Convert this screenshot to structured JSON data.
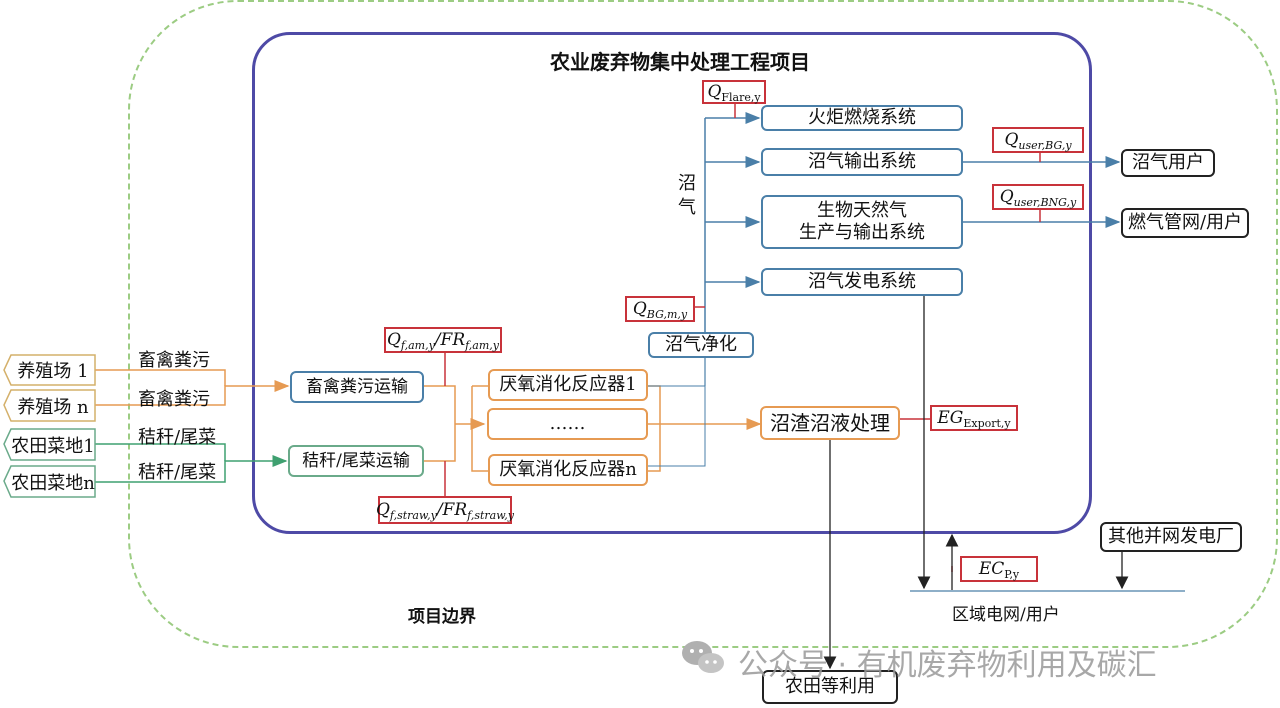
{
  "title": "农业废弃物集中处理工程项目",
  "boundary_label": "项目边界",
  "sources": [
    "养殖场 1",
    "养殖场 n",
    "农田菜地1",
    "农田菜地n"
  ],
  "source_flows": [
    "畜禽粪污",
    "畜禽粪污",
    "秸秆/尾菜",
    "秸秆/尾菜"
  ],
  "transport": {
    "manure": "畜禽粪污运输",
    "straw": "秸秆/尾菜运输"
  },
  "reactors": [
    "厌氧消化反应器1",
    "……",
    "厌氧消化反应器n"
  ],
  "purification": "沼气净化",
  "biogas_label": "沼气",
  "systems": {
    "flare": "火炬燃烧系统",
    "export": "沼气输出系统",
    "bng_line1": "生物天然气",
    "bng_line2": "生产与输出系统",
    "power": "沼气发电系统"
  },
  "digestate": "沼渣沼液处理",
  "outputs": {
    "biogas_users": "沼气用户",
    "gas_grid": "燃气管网/用户",
    "other_plants": "其他并网发电厂",
    "grid": "区域电网/用户",
    "farmland": "农田等利用"
  },
  "params": {
    "q_flare": {
      "main": "Q",
      "sub": "Flare,y"
    },
    "q_user_bg": {
      "main": "Q",
      "sub": "user,BG,y"
    },
    "q_user_bng": {
      "main": "Q",
      "sub": "user,BNG,y"
    },
    "q_bg": {
      "main": "Q",
      "sub": "BG,m,y"
    },
    "q_am_main": "Q",
    "q_am_sub1": "f,am,y",
    "q_am_mid": "/FR",
    "q_am_sub2": "f,am,y",
    "q_straw_main": "Q",
    "q_straw_sub1": "f,straw,y",
    "q_straw_mid": "/FR",
    "q_straw_sub2": "f,straw,y",
    "eg_export": {
      "main": "EG",
      "sub": "Export,y"
    },
    "ec_p": {
      "main": "EC",
      "sub": "P,y"
    }
  },
  "watermark": "公众号 · 有机废弃物利用及碳汇",
  "watermark_icon": "wechat-icon",
  "colors": {
    "outer_border": "#9ccc83",
    "inner_border": "#4e4aa6",
    "blue": "#4a7fa8",
    "orange": "#e69a52",
    "green": "#6aaa8a",
    "red": "#c8323a"
  }
}
